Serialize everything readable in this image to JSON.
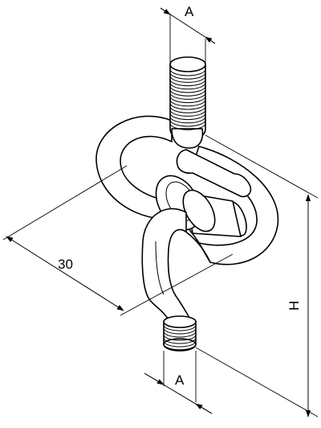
{
  "drawing": {
    "labels": {
      "thread_top": "A",
      "thread_bottom": "A",
      "offset": "30",
      "height": "H"
    }
  }
}
